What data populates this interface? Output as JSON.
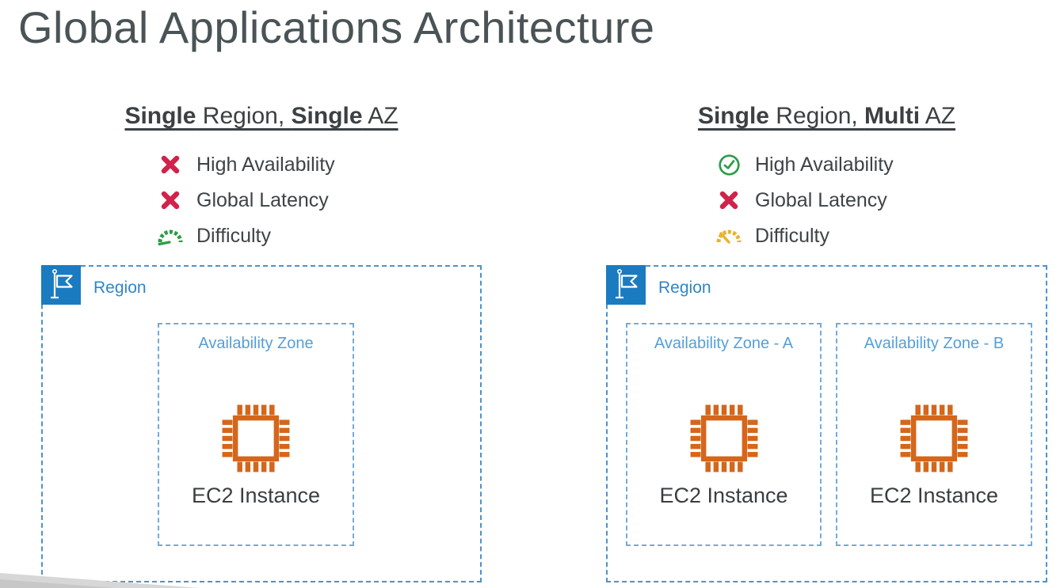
{
  "title": "Global Applications Architecture",
  "colors": {
    "region_blue": "#1B7BC0",
    "region_border": "#4E92CC",
    "az_border": "#74AADC",
    "region_label_blue": "#2F86C7",
    "az_label_blue": "#559FD8",
    "ec2_orange": "#D5661A",
    "cross_red": "#D0234A",
    "check_green": "#2D9C4B",
    "gauge_green": "#2D9C46",
    "gauge_yellow": "#E9B32A",
    "white": "#FFFFFF"
  },
  "panels": [
    {
      "heading_parts": [
        "Single",
        " Region, ",
        "Single",
        " AZ"
      ],
      "bullets": [
        {
          "icon": "cross-icon",
          "label": "High Availability"
        },
        {
          "icon": "cross-icon",
          "label": "Global Latency"
        },
        {
          "icon": "gauge-low-icon",
          "label": "Difficulty"
        }
      ],
      "region": {
        "label": "Region",
        "zones": [
          {
            "label": "Availability Zone",
            "instance": "EC2 Instance"
          }
        ]
      }
    },
    {
      "heading_parts": [
        "Single",
        " Region, ",
        "Multi",
        " AZ"
      ],
      "bullets": [
        {
          "icon": "check-circle-icon",
          "label": "High Availability"
        },
        {
          "icon": "cross-icon",
          "label": "Global Latency"
        },
        {
          "icon": "gauge-mid-icon",
          "label": "Difficulty"
        }
      ],
      "region": {
        "label": "Region",
        "zones": [
          {
            "label": "Availability Zone - A",
            "instance": "EC2 Instance"
          },
          {
            "label": "Availability Zone - B",
            "instance": "EC2 Instance"
          }
        ]
      }
    }
  ]
}
